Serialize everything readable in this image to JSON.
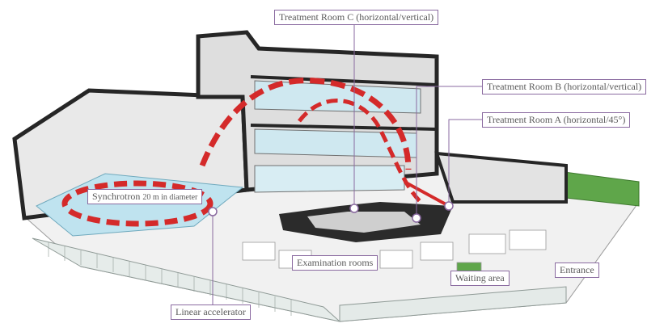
{
  "labels": {
    "room_c": "Treatment Room C (horizontal/vertical)",
    "room_b": "Treatment Room B (horizontal/vertical)",
    "room_a": "Treatment Room A (horizontal/45°)",
    "synchrotron": "Synchrotron",
    "synchrotron_size": "20 m in diameter",
    "examination": "Examination rooms",
    "waiting": "Waiting area",
    "entrance": "Entrance",
    "linac": "Linear accelerator"
  },
  "colors": {
    "leader": "#8a6aa0",
    "beamline": "#d42a2a",
    "water": "#bfe3ef",
    "green_roof": "#5fa64a",
    "wall_dark": "#262626",
    "floor": "#eeeeee"
  }
}
